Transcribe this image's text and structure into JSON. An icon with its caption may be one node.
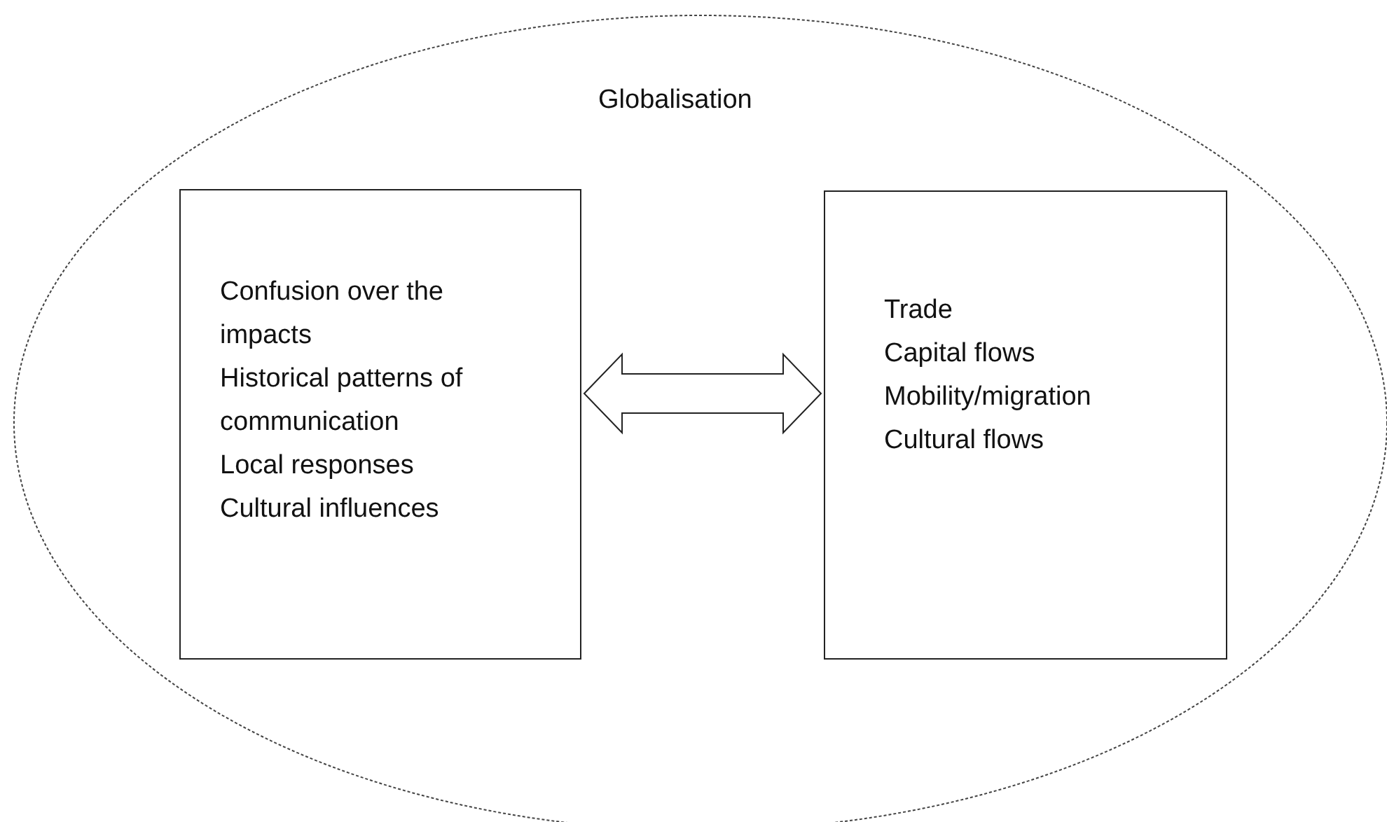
{
  "diagram": {
    "nodes": [
      {
        "text": [
          "Globalisation"
        ]
      },
      {
        "text": [
          "Confusion over the impacts",
          "Historical patterns of communication",
          "Local responses",
          "Cultural influences"
        ],
        "in": 0
      },
      {
        "text": [
          "Trade",
          "Capital flows",
          "Mobility/migration",
          "Cultural flows"
        ],
        "in": 0
      }
    ],
    "edges": [
      {
        "from": 1,
        "to": 2,
        "arrow": "both"
      }
    ]
  }
}
